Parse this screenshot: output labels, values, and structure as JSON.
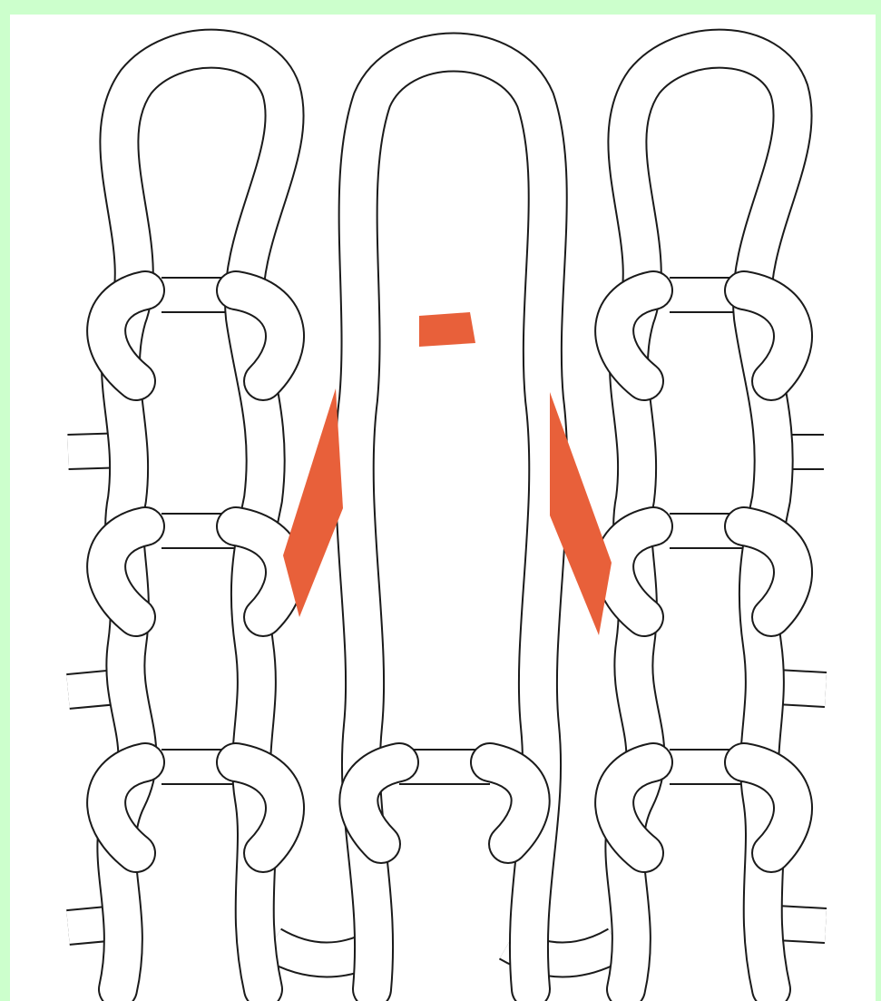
{
  "colors": {
    "background": "#ccffcc",
    "canvas": "#ffffff",
    "yarn_outline": "#1a1a1a",
    "yarn_fill": "#ffffff",
    "highlight": "#e8603a"
  },
  "diagram": {
    "loop_columns": 3,
    "courses": 3,
    "highlighted_segments": 3
  }
}
